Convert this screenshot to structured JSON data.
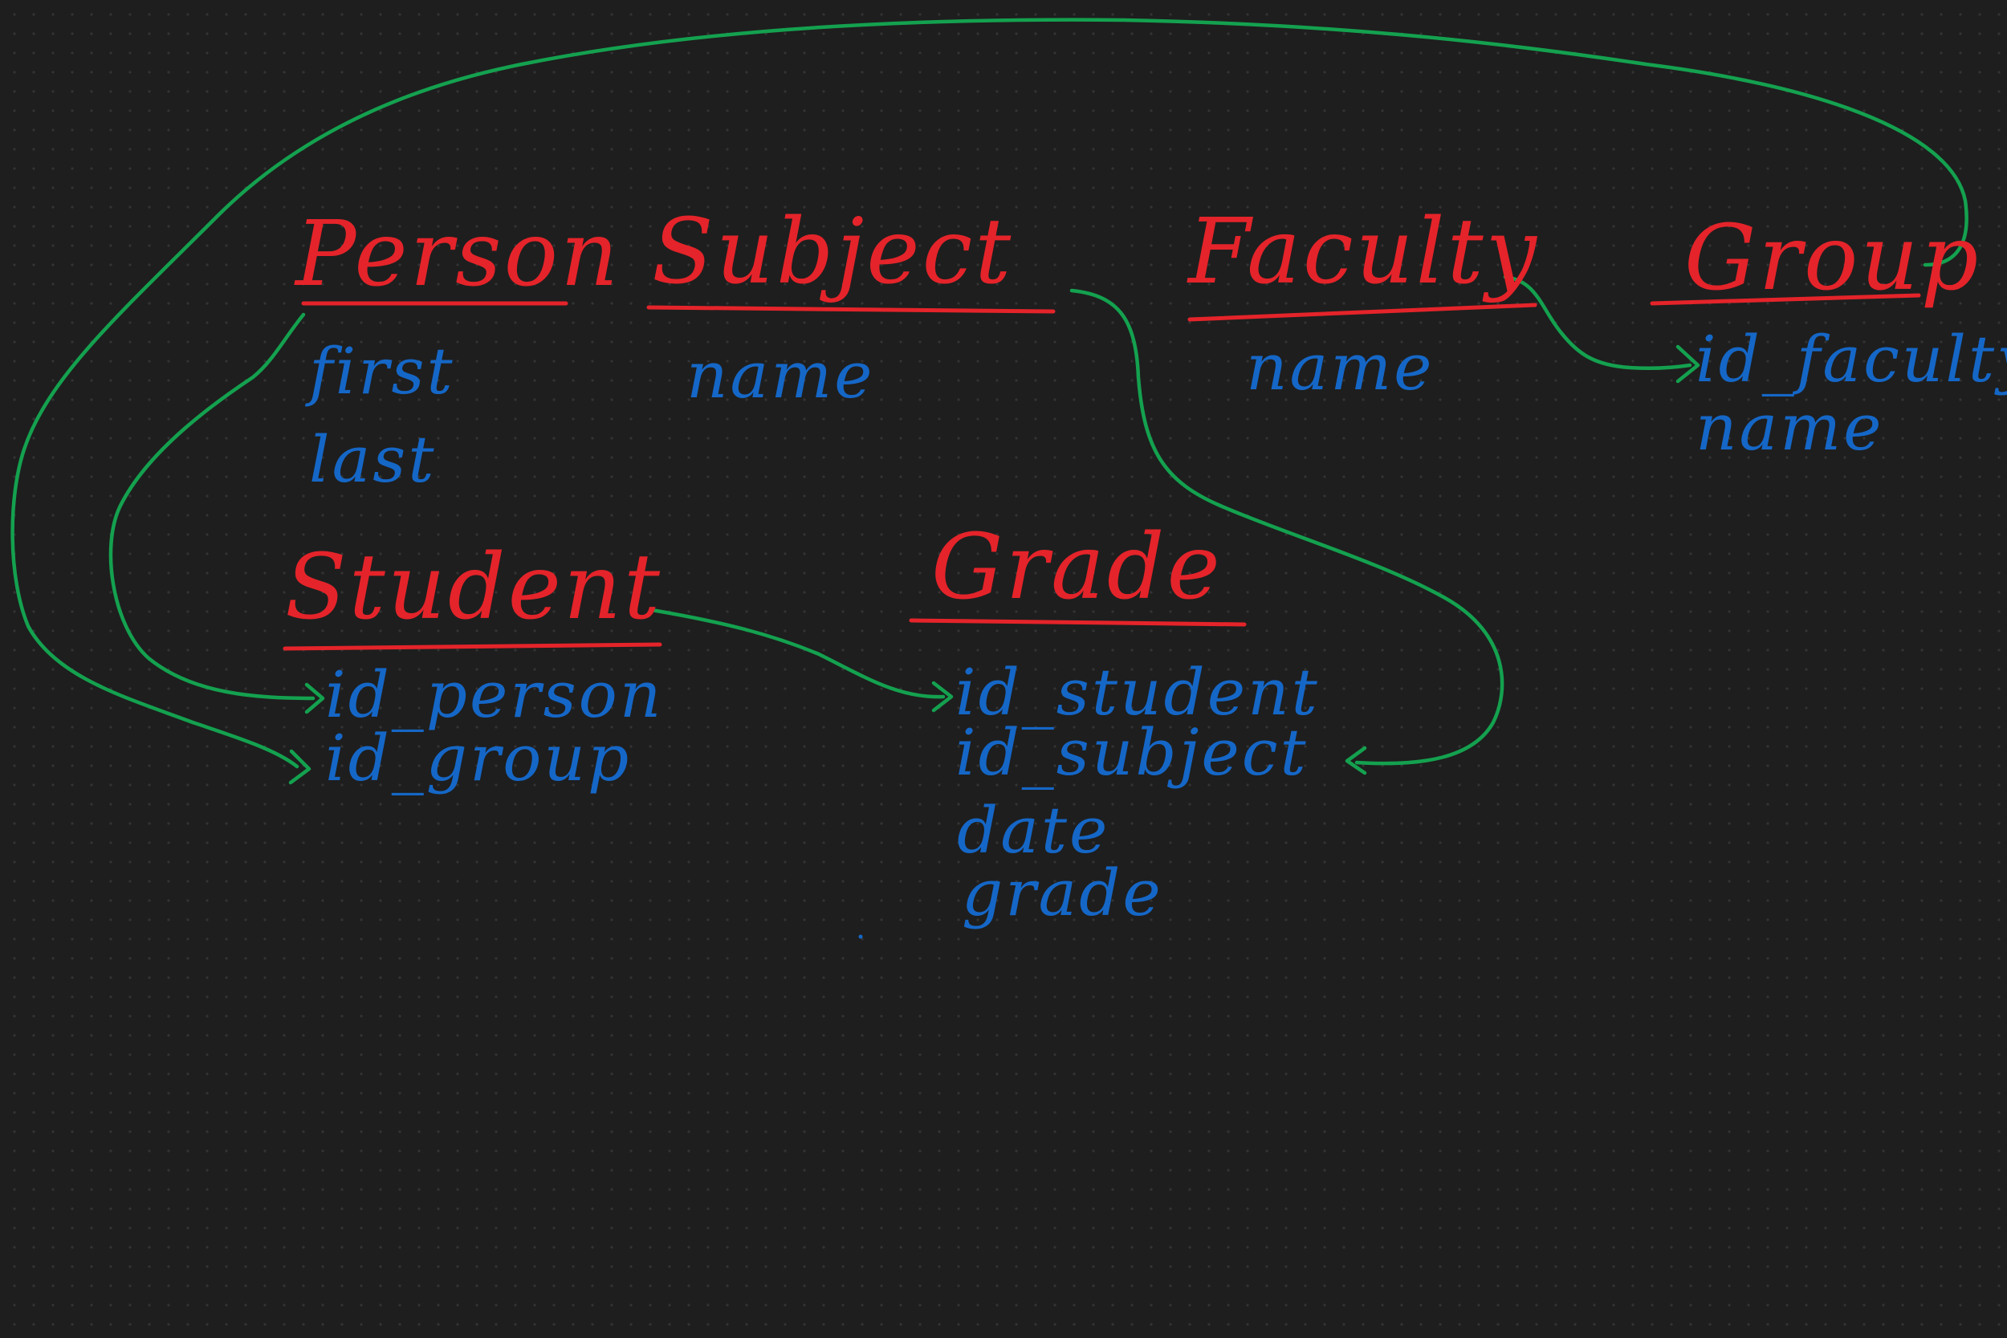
{
  "colors": {
    "background": "#1e1e1e",
    "entity_title": "#e4242a",
    "field": "#1567c7",
    "relation": "#14a14f"
  },
  "entities": {
    "person": {
      "title": "Person",
      "fields": [
        "first",
        "last"
      ]
    },
    "subject": {
      "title": "Subject",
      "fields": [
        "name"
      ]
    },
    "faculty": {
      "title": "Faculty",
      "fields": [
        "name"
      ]
    },
    "group": {
      "title": "Group",
      "fields": [
        "id_faculty",
        "name"
      ]
    },
    "student": {
      "title": "Student",
      "fields": [
        "id_person",
        "id_group"
      ]
    },
    "grade": {
      "title": "Grade",
      "fields": [
        "id_student",
        "id_subject",
        "date",
        "grade"
      ]
    }
  },
  "relations": [
    {
      "from": "Person",
      "to": "Student.id_person"
    },
    {
      "from": "Group",
      "to": "Student.id_group"
    },
    {
      "from": "Student",
      "to": "Grade.id_student"
    },
    {
      "from": "Subject",
      "to": "Grade.id_subject"
    },
    {
      "from": "Faculty",
      "to": "Group.id_faculty"
    }
  ]
}
